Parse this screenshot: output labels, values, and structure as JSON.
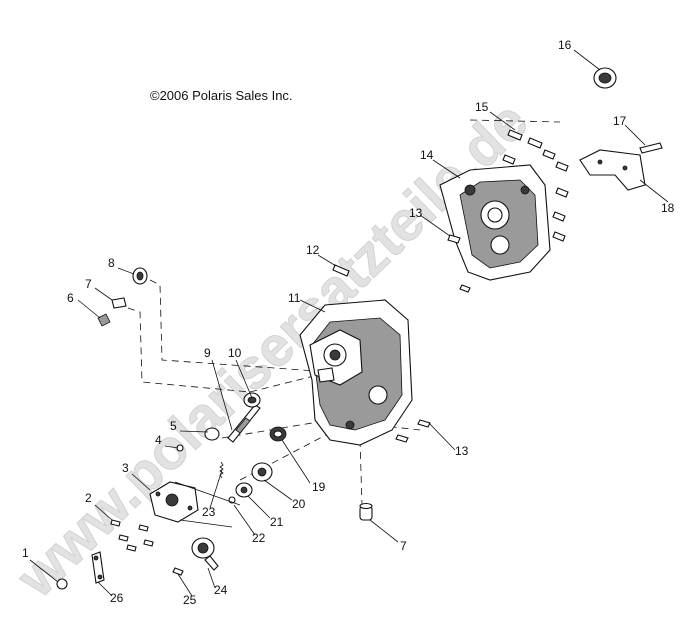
{
  "diagram": {
    "copyright": "©2006 Polaris Sales Inc.",
    "watermark": "www.polarisersatzteile.de",
    "callouts": [
      "1",
      "2",
      "3",
      "4",
      "5",
      "6",
      "7",
      "8",
      "9",
      "10",
      "11",
      "12",
      "13",
      "13",
      "14",
      "15",
      "16",
      "17",
      "18",
      "19",
      "20",
      "21",
      "22",
      "23",
      "24",
      "25",
      "26",
      "7"
    ]
  }
}
